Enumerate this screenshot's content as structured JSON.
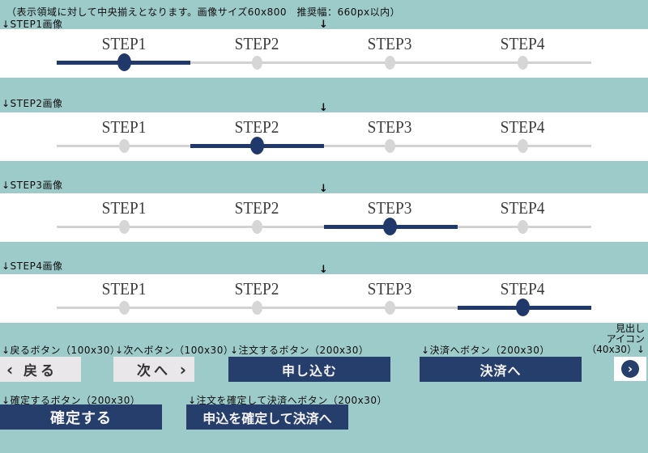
{
  "header": {
    "note": "（表示領域に対して中央揃えとなります。画像サイズ60x800　推奨幅：660px以内）"
  },
  "steps": {
    "labels": [
      "STEP1",
      "STEP2",
      "STEP3",
      "STEP4"
    ],
    "sections": [
      {
        "caption": "↓STEP1画像",
        "active_step": "STEP1"
      },
      {
        "caption": "↓STEP2画像",
        "active_step": "STEP2"
      },
      {
        "caption": "↓STEP3画像",
        "active_step": "STEP3"
      },
      {
        "caption": "↓STEP4画像",
        "active_step": "STEP4"
      }
    ],
    "center_marker": "↓"
  },
  "icons": {
    "chevron_left": "‹",
    "chevron_right": "›"
  },
  "buttons": {
    "back": {
      "caption": "↓戻るボタン（100x30）",
      "label": "戻る"
    },
    "next": {
      "caption": "↓次へボタン（100x30）",
      "label": "次へ"
    },
    "order": {
      "caption": "↓注文するボタン（200x30）",
      "label": "申し込む"
    },
    "payment": {
      "caption": "↓決済へボタン（200x30）",
      "label": "決済へ"
    },
    "confirm": {
      "caption": "↓確定するボタン（200x30）",
      "label": "確定する"
    },
    "confirm_payment": {
      "caption": "↓注文を確定して決済へボタン（200x30）",
      "label": "申込を確定して決済へ"
    }
  },
  "heading_icon": {
    "caption_line1": "見出し",
    "caption_line2": "アイコン",
    "caption_line3": "（40x30）↓"
  },
  "colors": {
    "background_teal": "#9dcbca",
    "navy": "#263e6b",
    "step_navy": "#21386a",
    "inactive_gray": "#d2d2d2",
    "button_gray": "#e9e7e9",
    "band_white": "#ffffff"
  }
}
